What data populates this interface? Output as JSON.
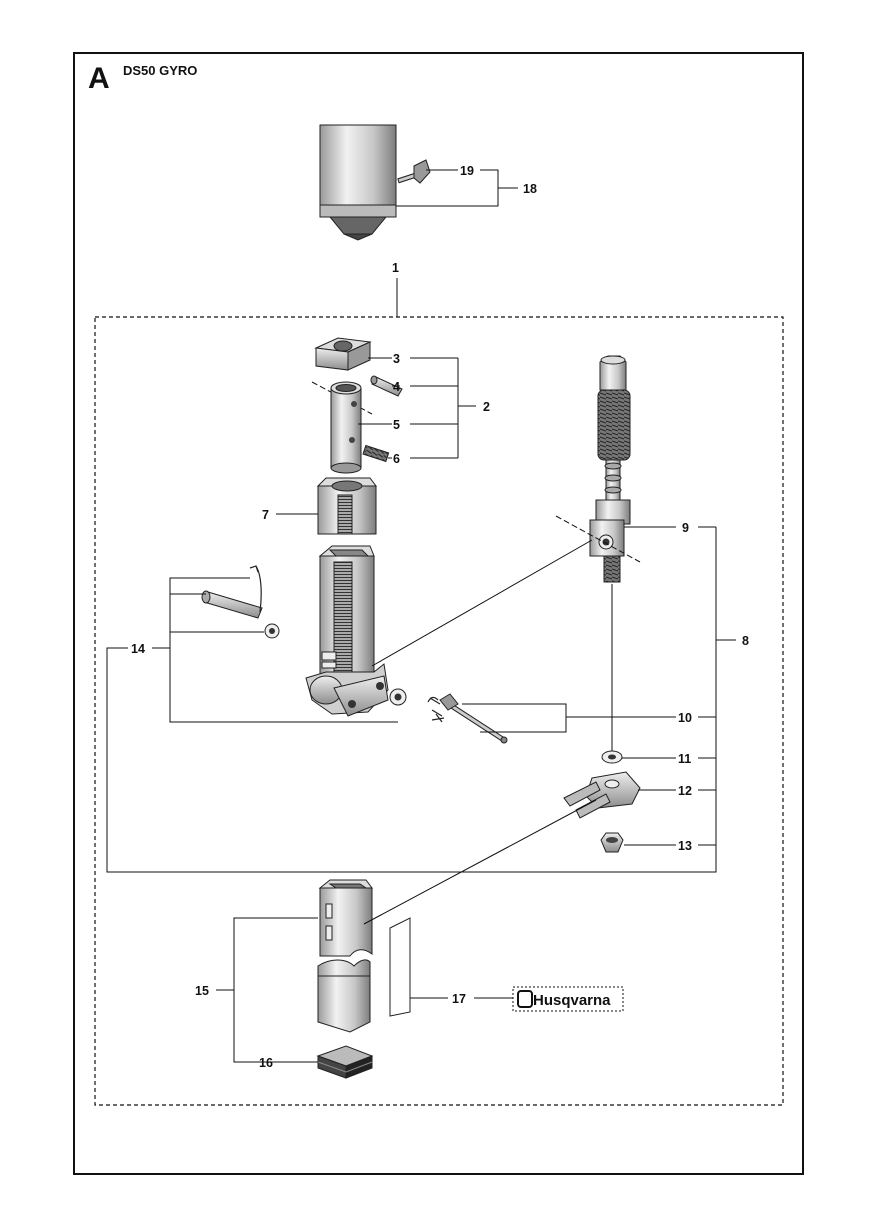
{
  "section_letter": "A",
  "model": "DS50 GYRO",
  "brand_logo": "Husqvarna",
  "callouts": {
    "c1": "1",
    "c2": "2",
    "c3": "3",
    "c4": "4",
    "c5": "5",
    "c6": "6",
    "c7": "7",
    "c8": "8",
    "c9": "9",
    "c10": "10",
    "c11": "11",
    "c12": "12",
    "c13": "13",
    "c14": "14",
    "c15": "15",
    "c16": "16",
    "c17": "17",
    "c18": "18",
    "c19": "19"
  }
}
